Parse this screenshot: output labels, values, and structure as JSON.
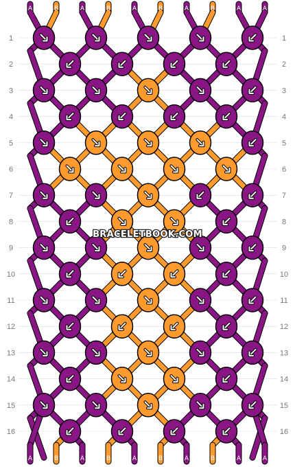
{
  "watermark": "BRACELETBOOK.COM",
  "colors": {
    "A": "#8a1585",
    "B": "#ff9a2e"
  },
  "strands_top": [
    "A",
    "B",
    "A",
    "B",
    "A",
    "B",
    "A",
    "B",
    "A",
    "A"
  ],
  "strands_bottom": [
    "A",
    "B",
    "A",
    "B",
    "A",
    "B",
    "A",
    "B",
    "A",
    "A"
  ],
  "rows": 16,
  "row_labels": [
    "1",
    "2",
    "3",
    "4",
    "5",
    "6",
    "7",
    "8",
    "9",
    "10",
    "11",
    "12",
    "13",
    "14",
    "15",
    "16"
  ],
  "knots": [
    [
      "A",
      "A",
      "A",
      "A",
      "A"
    ],
    [
      "A",
      "A",
      "A",
      "A"
    ],
    [
      "A",
      "A",
      "B",
      "A",
      "A"
    ],
    [
      "A",
      "A",
      "A",
      "A"
    ],
    [
      "A",
      "B",
      "B",
      "B",
      "A"
    ],
    [
      "B",
      "B",
      "B",
      "B"
    ],
    [
      "A",
      "A",
      "B",
      "A",
      "A"
    ],
    [
      "A",
      "B",
      "B",
      "A"
    ],
    [
      "A",
      "A",
      "B",
      "A",
      "A"
    ],
    [
      "A",
      "B",
      "B",
      "A"
    ],
    [
      "A",
      "A",
      "B",
      "A",
      "A"
    ],
    [
      "A",
      "B",
      "B",
      "A"
    ],
    [
      "A",
      "A",
      "B",
      "A",
      "A"
    ],
    [
      "A",
      "B",
      "B",
      "A"
    ],
    [
      "A",
      "A",
      "B",
      "A",
      "A"
    ],
    [
      "A",
      "A",
      "A",
      "A"
    ]
  ],
  "knot_arrows": [
    [
      "se",
      "se",
      "se",
      "se",
      "sw"
    ],
    [
      "sw",
      "sw",
      "sw",
      "sw"
    ],
    [
      "se",
      "se",
      "se",
      "se",
      "sw"
    ],
    [
      "sw",
      "sw",
      "sw",
      "sw"
    ],
    [
      "se",
      "se",
      "se",
      "se",
      "sw"
    ],
    [
      "se",
      "se",
      "se",
      "se"
    ],
    [
      "se",
      "se",
      "se",
      "sw",
      "sw"
    ],
    [
      "sw",
      "se",
      "se",
      "sw"
    ],
    [
      "se",
      "se",
      "se",
      "se",
      "sw"
    ],
    [
      "sw",
      "sw",
      "sw",
      "sw"
    ],
    [
      "se",
      "se",
      "se",
      "se",
      "sw"
    ],
    [
      "sw",
      "sw",
      "sw",
      "sw"
    ],
    [
      "se",
      "se",
      "se",
      "se",
      "sw"
    ],
    [
      "sw",
      "se",
      "se",
      "sw"
    ],
    [
      "se",
      "se",
      "se",
      "se",
      "sw"
    ],
    [
      "sw",
      "sw",
      "sw",
      "sw"
    ]
  ]
}
